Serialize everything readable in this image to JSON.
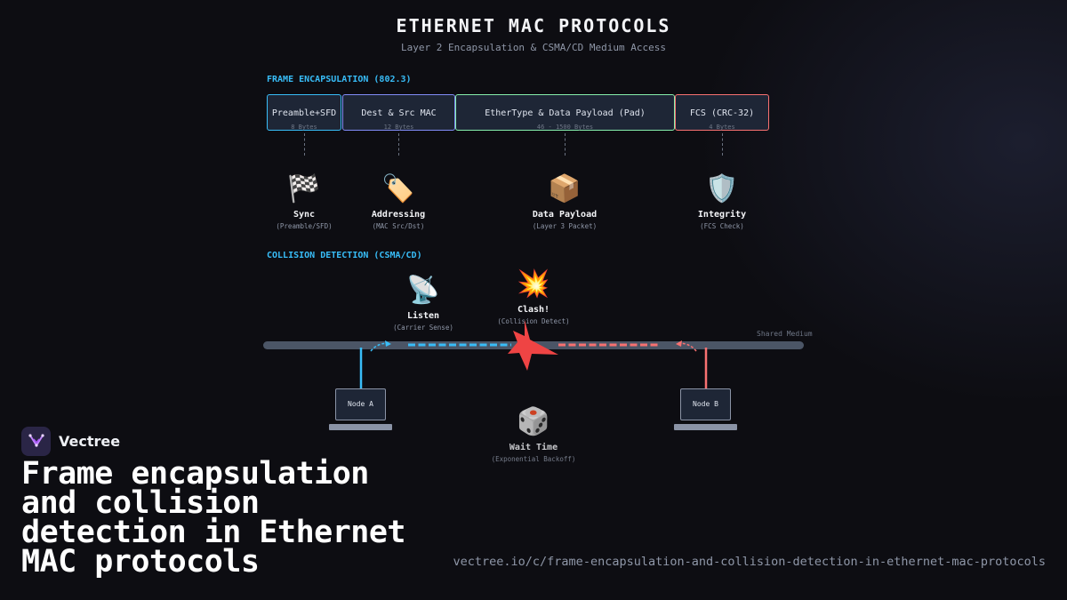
{
  "header": {
    "title": "ETHERNET MAC PROTOCOLS",
    "subtitle": "Layer 2 Encapsulation & CSMA/CD Medium Access"
  },
  "encapsulation": {
    "label": "FRAME ENCAPSULATION (802.3)",
    "fields": [
      {
        "label": "Preamble+SFD",
        "size": "8 Bytes",
        "color": "#38bdf8"
      },
      {
        "label": "Dest & Src MAC",
        "size": "12 Bytes",
        "color": "#818cf8"
      },
      {
        "label": "EtherType & Data Payload (Pad)",
        "size": "46 - 1500 Bytes",
        "color": "#86efac"
      },
      {
        "label": "FCS (CRC-32)",
        "size": "4 Bytes",
        "color": "#f87171"
      }
    ],
    "roles": [
      {
        "icon": "🏁",
        "icon_name": "checkered-flag-icon",
        "name": "Sync",
        "desc": "(Preamble/SFD)"
      },
      {
        "icon": "🏷️",
        "icon_name": "tag-icon",
        "name": "Addressing",
        "desc": "(MAC Src/Dst)"
      },
      {
        "icon": "📦",
        "icon_name": "package-icon",
        "name": "Data Payload",
        "desc": "(Layer 3 Packet)"
      },
      {
        "icon": "🛡️",
        "icon_name": "shield-icon",
        "name": "Integrity",
        "desc": "(FCS Check)"
      }
    ]
  },
  "collision": {
    "label": "COLLISION DETECTION (CSMA/CD)",
    "listen": {
      "icon": "📡",
      "icon_name": "satellite-dish-icon",
      "name": "Listen",
      "desc": "(Carrier Sense)"
    },
    "clash": {
      "icon": "💥",
      "icon_name": "explosion-icon",
      "name": "Clash!",
      "desc": "(Collision Detect)"
    },
    "wait": {
      "icon": "🎲",
      "icon_name": "dice-icon",
      "name": "Wait Time",
      "desc": "(Exponential Backoff)"
    },
    "medium_label": "Shared Medium",
    "node_a": "Node A",
    "node_b": "Node B",
    "colors": {
      "node_a": "#38bdf8",
      "node_b": "#f87171",
      "medium": "#4b5566",
      "collision": "#ef4444"
    }
  },
  "brand": {
    "name": "Vectree"
  },
  "footer": {
    "headline": "Frame encapsulation and collision detection in Ethernet MAC protocols",
    "url": "vectree.io/c/frame-encapsulation-and-collision-detection-in-ethernet-mac-protocols"
  }
}
